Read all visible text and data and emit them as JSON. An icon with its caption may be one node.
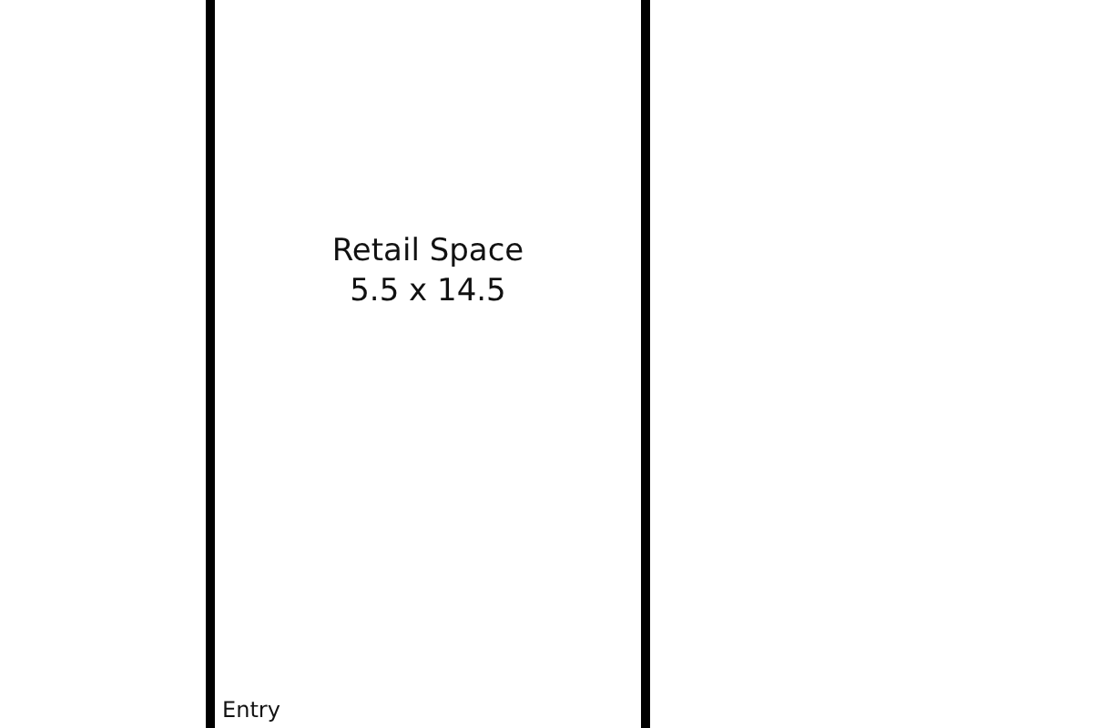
{
  "diagram": {
    "nodes": [
      {
        "text": [
          "Retail Space",
          "5.5 x 14.5"
        ]
      }
    ],
    "edges": [],
    "labels": [
      "Entry"
    ]
  }
}
